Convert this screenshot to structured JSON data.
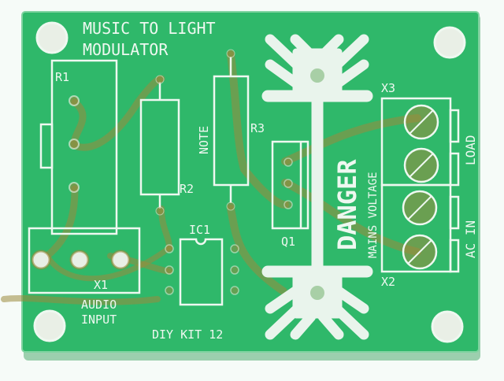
{
  "photo": {
    "subject": "pcb-bare-board",
    "colors": {
      "background": "#f6fbf8",
      "board": "#2fb86a",
      "board_edge": "#7fd3a0",
      "board_shadow": "#9ccfae",
      "silkscreen": "#eef8f0",
      "copper_trace": "#9a8a3c",
      "hole": "#e9efe6"
    }
  },
  "labels": {
    "title_line1": "MUSIC TO LIGHT",
    "title_line2": "MODULATOR",
    "r1": "R1",
    "r2": "R2",
    "r3": "R3",
    "note": "NOTE",
    "ic1": "IC1",
    "q1": "Q1",
    "x1": "X1",
    "x2": "X2",
    "x3": "X3",
    "audio_line1": "AUDIO",
    "audio_line2": "INPUT",
    "danger": "DANGER",
    "mains_voltage": "MAINS VOLTAGE",
    "load": "LOAD",
    "ac_in": "AC IN",
    "kit": "DIY KIT 12"
  }
}
